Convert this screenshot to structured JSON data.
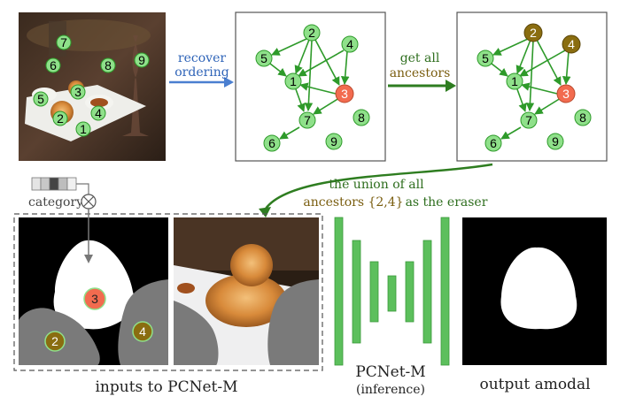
{
  "arrows_text": {
    "recover": [
      "recover",
      "ordering"
    ],
    "ancestors": [
      "get all",
      "ancestors"
    ],
    "union_line1": "the union of all",
    "union_ancestors": "ancestors {2,4}",
    "union_eraser": "as the eraser"
  },
  "category_label": "category",
  "captions": {
    "inputs": "inputs to PCNet-M",
    "pcnet": "PCNet-M",
    "inference": "(inference)",
    "output": "output amodal"
  },
  "photo_labels": [
    "7",
    "6",
    "8",
    "9",
    "5",
    "3",
    "4",
    "2",
    "1"
  ],
  "graph1_nodes": [
    "2",
    "4",
    "5",
    "1",
    "3",
    "7",
    "8",
    "6",
    "9"
  ],
  "graph2_nodes": [
    "2",
    "4",
    "5",
    "1",
    "3",
    "7",
    "8",
    "6",
    "9"
  ],
  "mask_labels": [
    "3",
    "2",
    "4"
  ],
  "colors": {
    "node_green": "#8fe08a",
    "node_red": "#f26b4f",
    "node_olive": "#8a6d10",
    "edge_green": "#2e9a2a",
    "arrow_blue": "#4a7fd0",
    "arrow_olive": "#7a6a10",
    "arrow_green": "#2e7d20",
    "text_blue": "#2f64b8",
    "text_olive": "#7a5e10",
    "text_green": "#2e6e1e",
    "net_green": "#5cbf5c"
  }
}
